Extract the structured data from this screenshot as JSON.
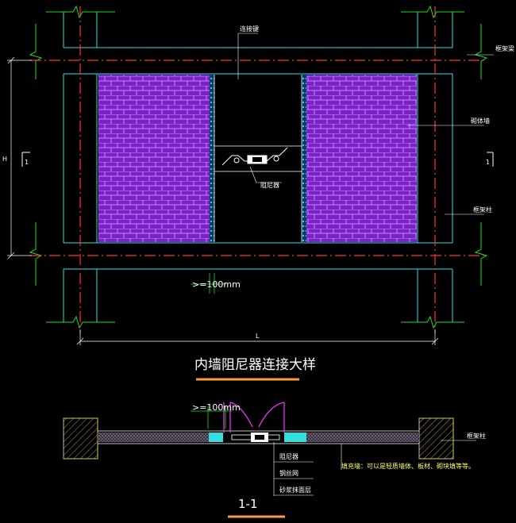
{
  "labels": {
    "top_beam": "连接键",
    "frame_beam": "框架梁",
    "masonry_wall": "砌体墙",
    "damper": "阻尼器",
    "frame_column": "框架柱",
    "height": "H",
    "length": "L",
    "section_mark": "1",
    "gap_dim": ">=100mm"
  },
  "detail_title": "内墙阻尼器连接大样",
  "section": {
    "title": "1-1",
    "gap_dim": ">=100mm",
    "damper": "阻尼器",
    "steel_mesh": "钢丝网",
    "mortar_finish": "砂浆抹面层",
    "fill_note": "填充墙：可以是轻质墙体、板材、砌块填等等。",
    "frame_column": "框架柱"
  },
  "colors": {
    "brick": "#7a22c8",
    "brick_lines": "#d8a8ff",
    "cyan": "#33e0e0",
    "green": "#22dd22",
    "red_axis": "#ff3333",
    "title_underline": "#ff9a44",
    "magenta": "#ff33ff",
    "hatch": "#d4c96a"
  }
}
